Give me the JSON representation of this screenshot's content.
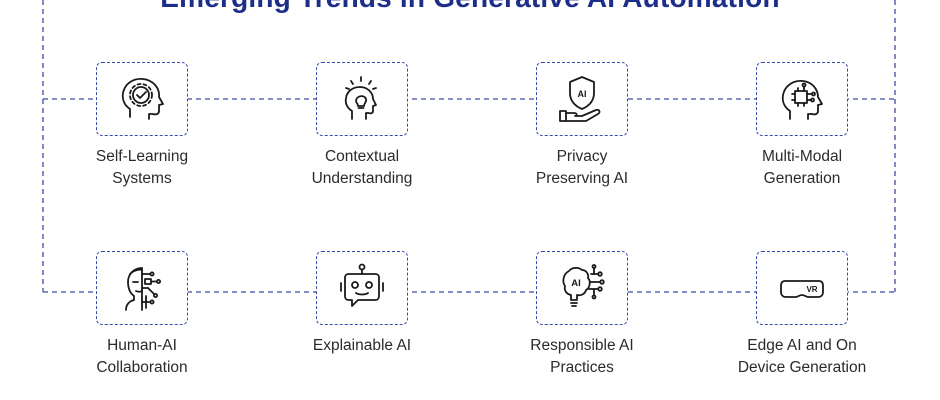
{
  "title": "Emerging Trends in Generative AI Automation",
  "colors": {
    "accent": "#1d2e8a",
    "dash": "#3a4aa8",
    "icon": "#1a1a1a"
  },
  "items": [
    {
      "line1": "Self-Learning",
      "line2": "Systems",
      "icon": "brain-gear-icon"
    },
    {
      "line1": "Contextual",
      "line2": "Understanding",
      "icon": "head-lightbulb-icon"
    },
    {
      "line1": "Privacy",
      "line2": "Preserving AI",
      "icon": "shield-hand-ai-icon"
    },
    {
      "line1": "Multi-Modal",
      "line2": "Generation",
      "icon": "head-circuit-icon"
    },
    {
      "line1": "Human-AI",
      "line2": "Collaboration",
      "icon": "human-robot-face-icon"
    },
    {
      "line1": "Explainable AI",
      "line2": "",
      "icon": "robot-speech-icon"
    },
    {
      "line1": "Responsible AI",
      "line2": "Practices",
      "icon": "ai-bulb-circuit-icon"
    },
    {
      "line1": "Edge AI and On",
      "line2": "Device Generation",
      "icon": "vr-headset-icon"
    }
  ]
}
